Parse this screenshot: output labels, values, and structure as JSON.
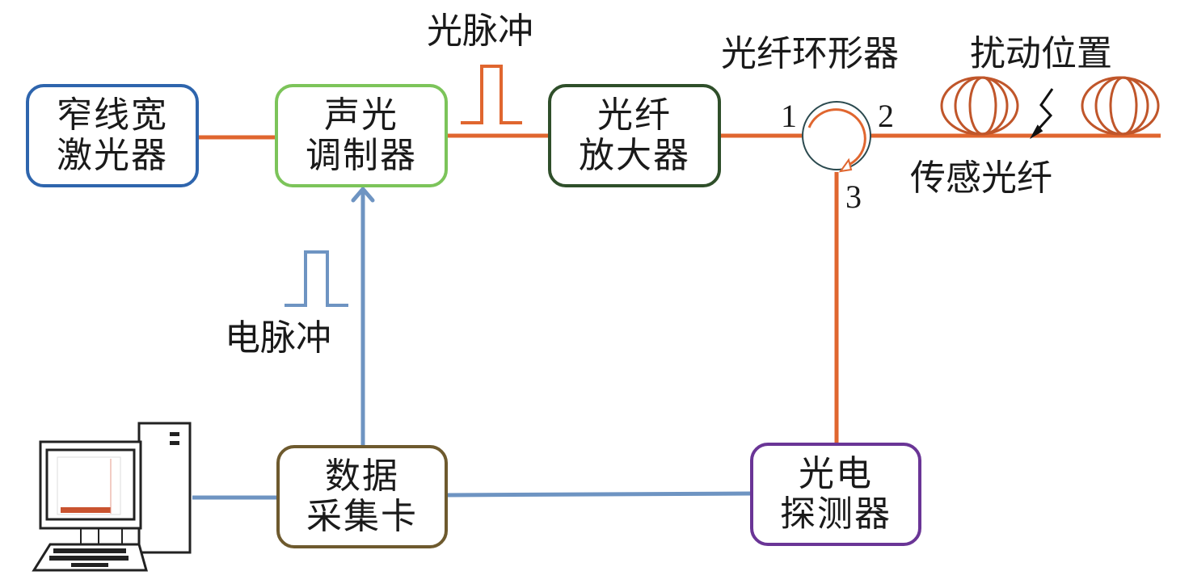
{
  "diagram": {
    "colors": {
      "optical_line": "#e0662f",
      "electrical_line": "#6e94c2",
      "laser_border": "#2e65ad",
      "aom_border": "#7cc45a",
      "amplifier_border": "#2f4f2a",
      "daq_border": "#6e5a2e",
      "detector_border": "#6a3596",
      "circulator_border": "#2b4a4f"
    },
    "components": {
      "laser": {
        "line1": "窄线宽",
        "line2": "激光器"
      },
      "aom": {
        "line1": "声光",
        "line2": "调制器"
      },
      "amplifier": {
        "line1": "光纤",
        "line2": "放大器"
      },
      "daq": {
        "line1": "数据",
        "line2": "采集卡"
      },
      "detector": {
        "line1": "光电",
        "line2": "探测器"
      }
    },
    "labels": {
      "optical_pulse": "光脉冲",
      "electrical_pulse": "电脉冲",
      "circulator": "光纤环形器",
      "disturbance": "扰动位置",
      "sensing_fiber": "传感光纤"
    },
    "circulator_ports": {
      "p1": "1",
      "p2": "2",
      "p3": "3"
    }
  }
}
